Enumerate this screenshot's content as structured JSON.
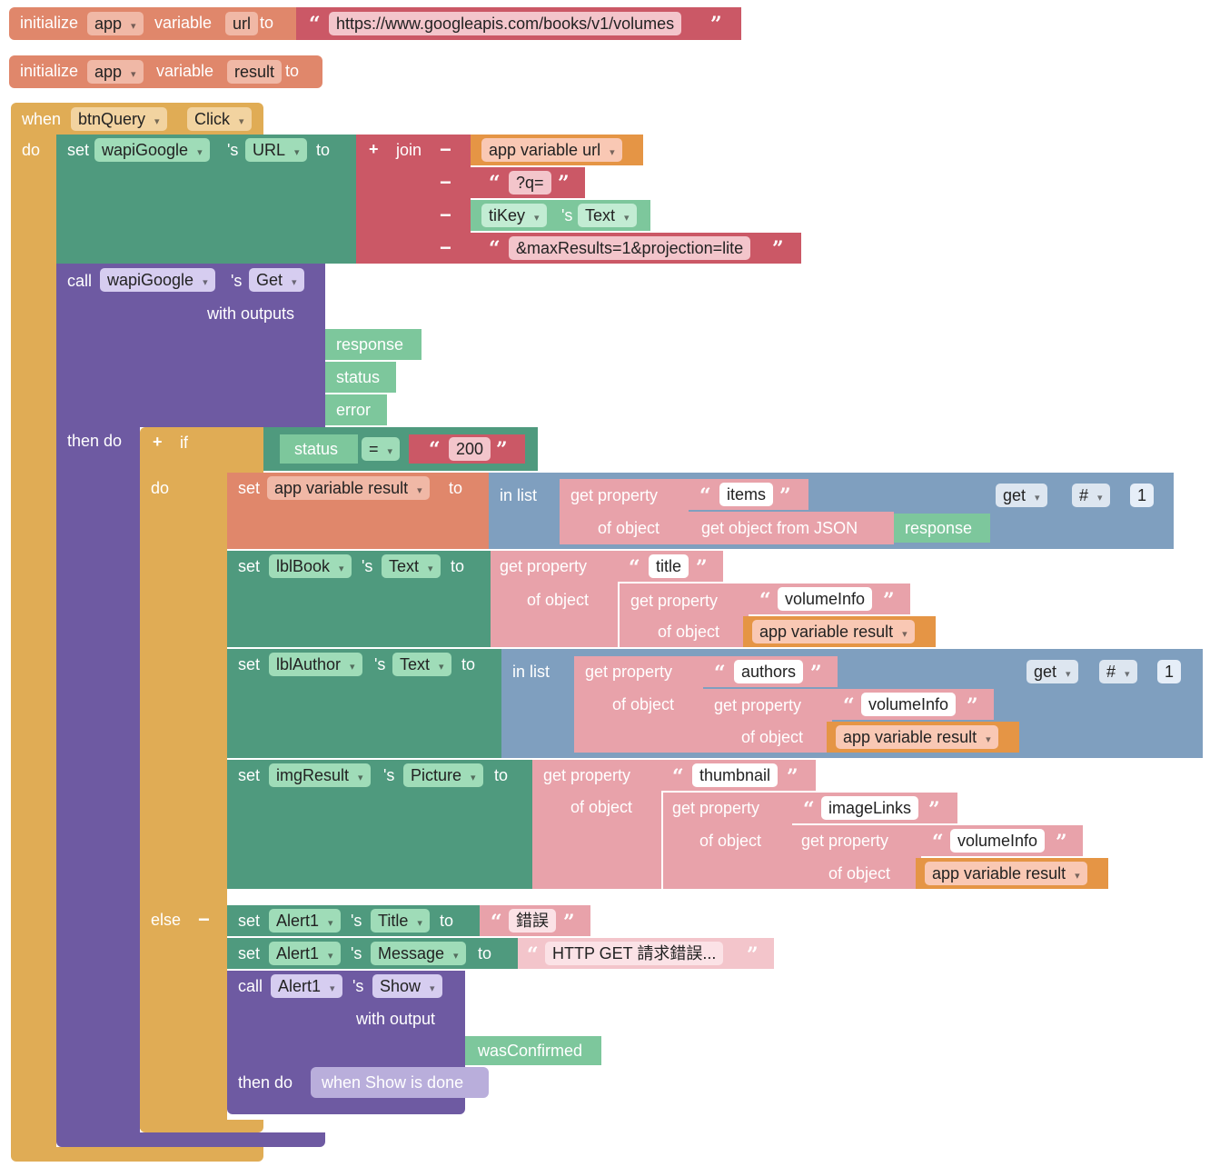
{
  "globals": [
    {
      "kw_init": "initialize",
      "scope": "app",
      "kw_var": "variable",
      "name": "url",
      "kw_to": "to",
      "value": "https://www.googleapis.com/books/v1/volumes"
    },
    {
      "kw_init": "initialize",
      "scope": "app",
      "kw_var": "variable",
      "name": "result",
      "kw_to": "to"
    }
  ],
  "event": {
    "kw_when": "when",
    "component": "btnQuery",
    "event": "Click",
    "kw_do": "do"
  },
  "set_url": {
    "kw_set": "set",
    "component": "wapiGoogle",
    "kw_s": "'s",
    "property": "URL",
    "kw_to": "to",
    "kw_join": "join",
    "kw_plus": "+",
    "kw_minus": "−",
    "app_var": "app variable url",
    "query_param": "?q=",
    "text_comp": "tiKey",
    "text_prop": "Text",
    "max_results": "&maxResults=1&projection=lite"
  },
  "call_get": {
    "kw_call": "call",
    "component": "wapiGoogle",
    "kw_s": "'s",
    "method": "Get",
    "kw_outputs": "with outputs",
    "outputs": [
      "response",
      "status",
      "error"
    ],
    "kw_then_do": "then do"
  },
  "if_block": {
    "kw_plus": "+",
    "kw_if": "if",
    "cond_var": "status",
    "op": "=",
    "cond_value": "200",
    "kw_do": "do",
    "kw_else": "else",
    "kw_minus": "−"
  },
  "set_result": {
    "kw_set": "set",
    "target": "app variable result",
    "kw_to": "to",
    "kw_in_list": "in list",
    "kw_get_property": "get property",
    "key": "items",
    "kw_of_object": "of object",
    "kw_json": "get object from JSON",
    "json_arg": "response",
    "kw_get": "get",
    "kw_hash": "#",
    "index": "1"
  },
  "set_book": {
    "kw_set": "set",
    "component": "lblBook",
    "kw_s": "'s",
    "property": "Text",
    "kw_to": "to",
    "kw_get_property": "get property",
    "key1": "title",
    "kw_of_object": "of object",
    "key2": "volumeInfo",
    "var": "app variable result"
  },
  "set_author": {
    "kw_set": "set",
    "component": "lblAuthor",
    "kw_s": "'s",
    "property": "Text",
    "kw_to": "to",
    "kw_in_list": "in list",
    "kw_get_property": "get property",
    "key1": "authors",
    "kw_of_object": "of object",
    "key2": "volumeInfo",
    "var": "app variable result",
    "kw_get": "get",
    "kw_hash": "#",
    "index": "1"
  },
  "set_img": {
    "kw_set": "set",
    "component": "imgResult",
    "kw_s": "'s",
    "property": "Picture",
    "kw_to": "to",
    "kw_get_property": "get property",
    "key1": "thumbnail",
    "kw_of_object": "of object",
    "key2": "imageLinks",
    "key3": "volumeInfo",
    "var": "app variable result"
  },
  "else_branch": {
    "kw_set": "set",
    "kw_s": "'s",
    "kw_to": "to",
    "component": "Alert1",
    "title_prop": "Title",
    "title_value": "錯誤",
    "msg_prop": "Message",
    "msg_value": "HTTP GET 請求錯誤...",
    "kw_call": "call",
    "method": "Show",
    "kw_output": "with output",
    "output": "wasConfirmed",
    "kw_then_do": "then do",
    "show_done": "when Show is done"
  },
  "colors": {
    "variable": "#e0876b",
    "event": "#e0ac55",
    "setter": "#4f9a7e",
    "method": "#6e5aa2",
    "text": "#cb5866",
    "dictionary": "#e8a2aa",
    "list": "#7f9fbf",
    "local": "#7dc79c",
    "var_getter": "#e59545"
  }
}
